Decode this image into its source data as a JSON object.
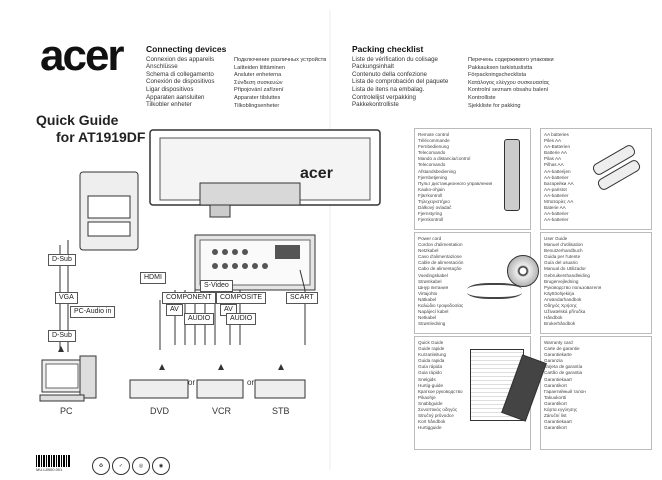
{
  "brand": "acer",
  "quick_guide": {
    "line1": "Quick Guide",
    "line2": "for AT1919DF"
  },
  "connecting": {
    "title": "Connecting devices",
    "col1": [
      "Connexion des appareils",
      "Anschlüsse",
      "Schema di collegamento",
      "Conexión de dispositivos",
      "Ligar dispositivos",
      "Apparaten aansluiten",
      "Tilkobler enheter"
    ],
    "col2": [
      "Подключение различных устройств",
      "Laitteiden liittäminen",
      "Ansluter enheterna",
      "Σύνδεση συσκευών",
      "Připojování zařízení",
      "Apparater tilsluttes",
      "Tilkoblingsenheter"
    ]
  },
  "packing": {
    "title": "Packing checklist",
    "col1": [
      "Liste de vérification du colisage",
      "Packungsinhalt",
      "Contenuto della confezione",
      "Lista de comprobación del paquete",
      "Lista de itens na embalag.",
      "Controlelijst verpakking",
      "Pakkekontrolliste"
    ],
    "col2": [
      "Перечень содержимого упаковки",
      "Pakkauksen tarkistuslistta",
      "Förpackningschecklista",
      "Κατάλογος ελέγχου συσκευασίας",
      "Kontrolní seznam obsahu balení",
      "Kontrolliste",
      "Sjekkliste for pakking"
    ]
  },
  "items": {
    "remote": [
      "Remote control",
      "Télécommande",
      "Fernbedienung",
      "Telecomando",
      "Mando a distancia/control",
      "Telecomando",
      "Afstandsbediening",
      "Fjernbetjening",
      "Пульт дистанционного управления",
      "Kauko-ohjain",
      "Fjärrkontroll",
      "Τηλεχειριστήριο",
      "Dálkový ovladač",
      "Fjernstyring",
      "Fjernkontroll"
    ],
    "batteries": [
      "AA batteries",
      "Piles AA",
      "AA-Batterien",
      "Batterie AA",
      "Pilas AA",
      "Pilhas AA",
      "AA-batterijen",
      "AA-batterier",
      "Батарейки AA",
      "AA-paristot",
      "AA-batterier",
      "Μπαταρίες AA",
      "Baterie AA",
      "AA-batterier",
      "AA-batterier"
    ],
    "power": [
      "Power cord",
      "Cordon d'alimentation",
      "Netzkabel",
      "Cavo d'alimentazione",
      "Cable de alimentación",
      "Cabo de alimentação",
      "Voedingskabel",
      "Strømkabel",
      "Шнур питания",
      "Virtajohto",
      "Nätkabel",
      "Καλώδιο τροφοδοσίας",
      "Napájecí kabel",
      "Netkabel",
      "Strømledning"
    ],
    "userguide": [
      "User Guide",
      "Manuel d'utilisation",
      "Benutzerhandbuch",
      "Guida per l'utente",
      "Guía del usuario",
      "Manual do Utilizador",
      "Gebruikershandleiding",
      "Brugervejledning",
      "Руководство пользователя",
      "Käyttöohjekirja",
      "Användarhandbok",
      "Οδηγός Χρήσης",
      "Uživatelská příručka",
      "Håndbok",
      "Brukerhåndbok"
    ],
    "quickguide": [
      "Quick Guide",
      "Guide rapide",
      "Kurzanleitung",
      "Guida rapida",
      "Guía rápida",
      "Guia rápido",
      "Snelgids",
      "Hurtig-guide",
      "Краткое руководство",
      "Pikaohje",
      "Snabbguide",
      "Συνοπτικός οδηγός",
      "Stručný průvodce",
      "Kort håndbok",
      "Hurtigguide"
    ],
    "warranty": [
      "Warranty card",
      "Carte de garantie",
      "Garantiekarte",
      "Garanzia",
      "Tarjeta de garantía",
      "Cartão de garantia",
      "Garantiekaart",
      "Garantikort",
      "Гарантийный талон",
      "Takuukortti",
      "Garantikort",
      "Κάρτα εγγύησης",
      "Záruční list",
      "Garantiekaart",
      "Garantikort"
    ]
  },
  "labels": {
    "dsub1": "D-Sub",
    "dsub2": "D-Sub",
    "vga": "VGA",
    "pcaudio": "PC-Audio in",
    "hdmi": "HDMI",
    "svideo": "S-Video",
    "component": "COMPONENT",
    "composite": "COMPOSITE",
    "av1": "AV",
    "av2": "AV",
    "audio1": "AUDIO",
    "audio2": "AUDIO",
    "scart": "SCART",
    "or1": "or",
    "or2": "or"
  },
  "devices": {
    "pc": "PC",
    "dvd": "DVD",
    "vcr": "VCR",
    "stb": "STB"
  },
  "barcode_number": "MU.L8900.001"
}
